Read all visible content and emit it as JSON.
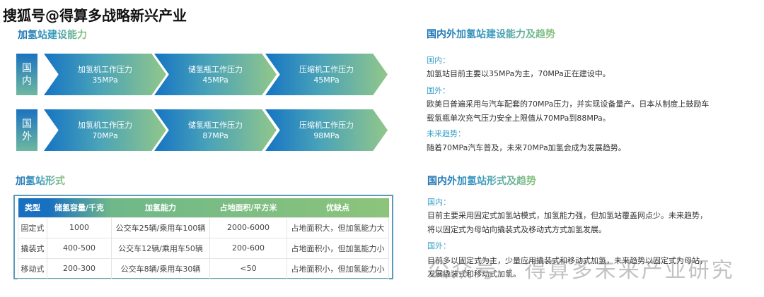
{
  "header_watermark": "搜狐号@得算多战略新兴产业",
  "capacity": {
    "title": "加氢站建设能力",
    "rows": [
      {
        "label": [
          "国",
          "内"
        ],
        "items": [
          {
            "name": "加氢机工作压力",
            "value": "35MPa"
          },
          {
            "name": "储氢瓶工作压力",
            "value": "45MPa"
          },
          {
            "name": "压缩机工作压力",
            "value": "45MPa"
          }
        ]
      },
      {
        "label": [
          "国",
          "外"
        ],
        "items": [
          {
            "name": "加氢机工作压力",
            "value": "70MPa"
          },
          {
            "name": "储氢瓶工作压力",
            "value": "87MPa"
          },
          {
            "name": "压缩机工作压力",
            "value": "98MPa"
          }
        ]
      }
    ]
  },
  "forms": {
    "title": "加氢站形式",
    "headers": [
      "类型",
      "储氢容量/千克",
      "加氢能力",
      "占地面积/平方米",
      "优缺点"
    ],
    "rows": [
      [
        "固定式",
        "1000",
        "公交车25辆/乘用车100辆",
        "2000-6000",
        "占地面积大，但加氢能力大"
      ],
      [
        "撬装式",
        "400-500",
        "公交车12辆/乘用车50辆",
        "200-600",
        "占地面积小，但加氢能力小"
      ],
      [
        "移动式",
        "200-300",
        "公交车8辆/乘用车30辆",
        "<50",
        "占地面积小，但加氢能力小"
      ]
    ]
  },
  "trend1": {
    "title": "国内外加氢站建设能力及趋势",
    "domestic_label": "国内：",
    "domestic": "加氢站目前主要以35MPa为主，70MPa正在建设中。",
    "foreign_label": "国外：",
    "foreign_1": "欧美日普遍采用与汽车配套的70MPa压力，并实现设备量产。日本从制度上鼓励车",
    "foreign_2": "载氢瓶单次充气压力安全上限值从70MPa到88MPa。",
    "future_label": "未来趋势：",
    "future": "随着70MPa汽车普及，未来70MPa加氢会成为发展趋势。"
  },
  "trend2": {
    "title": "国内外加氢站形式及趋势",
    "domestic_label": "国内：",
    "domestic_1": "目前主要采用固定式加氢站模式，加氢能力强，但加氢站覆盖网点少。未来趋势，",
    "domestic_2": "将以固定式为母站向撬装式及移动式方式加氢发展。",
    "foreign_label": "国外：",
    "foreign_1": "目前多以固定式为主，少量应用撬装式和移动式加氢，未来趋势以固定式为母站，",
    "foreign_2": "发展撬装式和移动式加氢。"
  },
  "bottom_watermark": "公众号 · 得算多未来产业研究"
}
